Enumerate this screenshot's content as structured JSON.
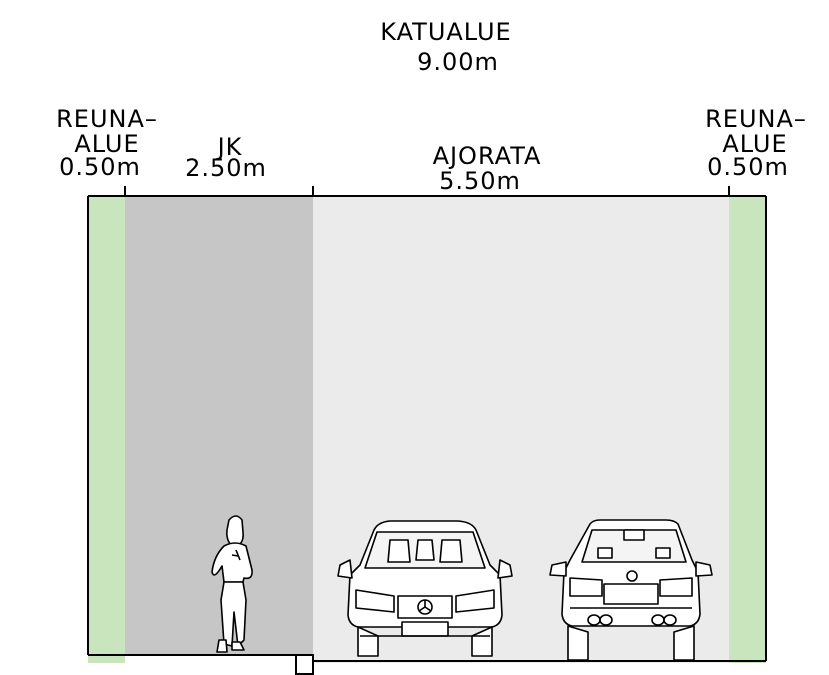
{
  "header": {
    "title": "KATUALUE",
    "width": "9.00m"
  },
  "zones": {
    "left_verge": {
      "line1": "REUNA–",
      "line2": "ALUE",
      "width": "0.50m"
    },
    "sidewalk": {
      "name": "JK",
      "width": "2.50m"
    },
    "roadway": {
      "name": "AJORATA",
      "width": "5.50m"
    },
    "right_verge": {
      "line1": "REUNA–",
      "line2": "ALUE",
      "width": "0.50m"
    }
  },
  "colors": {
    "verge": "#c9e5bd",
    "sidewalk": "#c6c6c6",
    "roadway": "#ebebeb",
    "lines": "#000000"
  }
}
